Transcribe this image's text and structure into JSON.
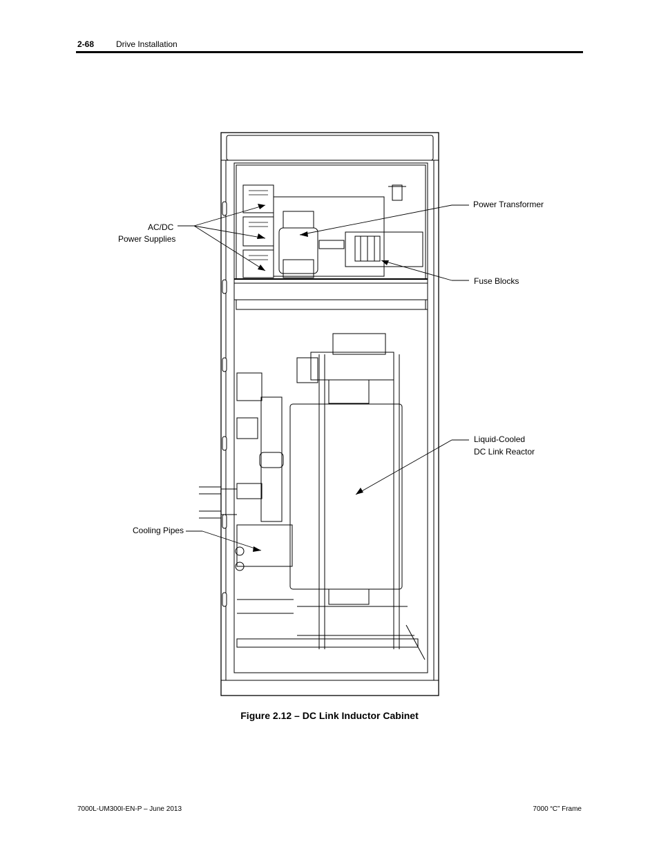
{
  "header": {
    "page_number": "2-68",
    "section": "Drive Installation"
  },
  "figure": {
    "callouts": {
      "power_supplies_line1": "AC/DC",
      "power_supplies_line2": "Power Supplies",
      "power_transformer": "Power Transformer",
      "fuse_blocks": "Fuse Blocks",
      "reactor_line1": "Liquid-Cooled",
      "reactor_line2": "DC Link Reactor",
      "cooling_pipes": "Cooling Pipes"
    },
    "caption": "Figure 2.12 – DC Link Inductor Cabinet"
  },
  "footer": {
    "left": "7000L-UM300I-EN-P – June 2013",
    "right": "7000 “C” Frame"
  }
}
